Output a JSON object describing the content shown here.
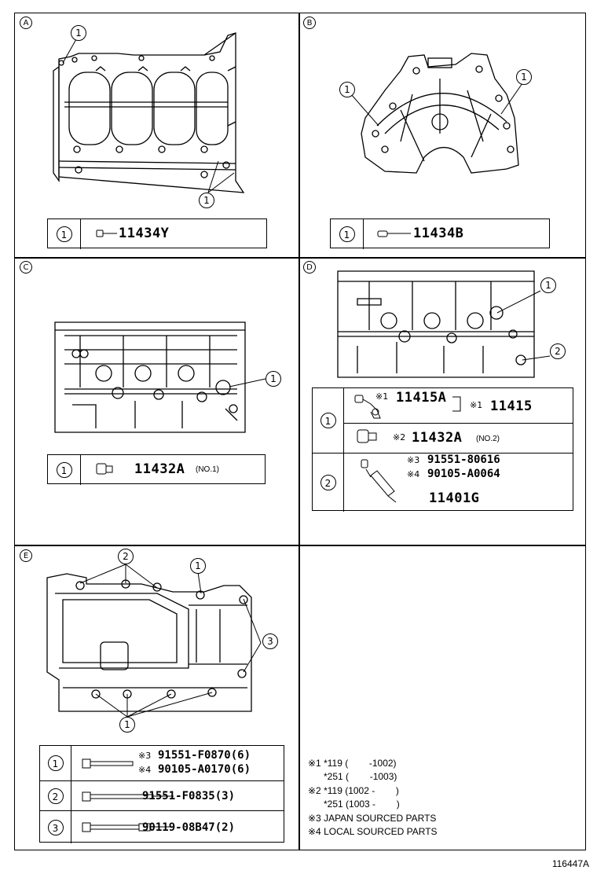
{
  "panels": {
    "A": {
      "letter": "A",
      "callout": "1",
      "rows": [
        {
          "num": "1",
          "part": "11434Y"
        }
      ]
    },
    "B": {
      "letter": "B",
      "callout": "1",
      "rows": [
        {
          "num": "1",
          "part": "11434B"
        }
      ]
    },
    "C": {
      "letter": "C",
      "callout": "1",
      "rows": [
        {
          "num": "1",
          "part": "11432A",
          "note": "(NO.1)"
        }
      ]
    },
    "D": {
      "letter": "D",
      "callout1": "1",
      "callout2": "2",
      "rows": [
        {
          "num": "1",
          "mark1": "※1",
          "part1": "11415A",
          "mark2": "※1",
          "part2": "11415",
          "mark3": "※2",
          "part3": "11432A",
          "note3": "(NO.2)"
        },
        {
          "num": "2",
          "mark_a": "※3",
          "part_a": "91551-80616",
          "mark_b": "※4",
          "part_b": "90105-A0064",
          "part_c": "11401G"
        }
      ]
    },
    "E": {
      "letter": "E",
      "callout1": "1",
      "callout2": "2",
      "callout3": "3",
      "rows": [
        {
          "num": "1",
          "mark_a": "※3",
          "part_a": "91551-F0870(6)",
          "mark_b": "※4",
          "part_b": "90105-A0170(6)"
        },
        {
          "num": "2",
          "part": "91551-F0835(3)"
        },
        {
          "num": "3",
          "part": "90119-08B47(2)"
        }
      ]
    }
  },
  "notes": [
    "※1 *119 (        -1002)",
    "      *251 (        -1003)",
    "※2 *119 (1002 -        )",
    "      *251 (1003 -        )",
    "※3 JAPAN SOURCED PARTS",
    "※4 LOCAL SOURCED PARTS"
  ],
  "figure_id": "116447A"
}
